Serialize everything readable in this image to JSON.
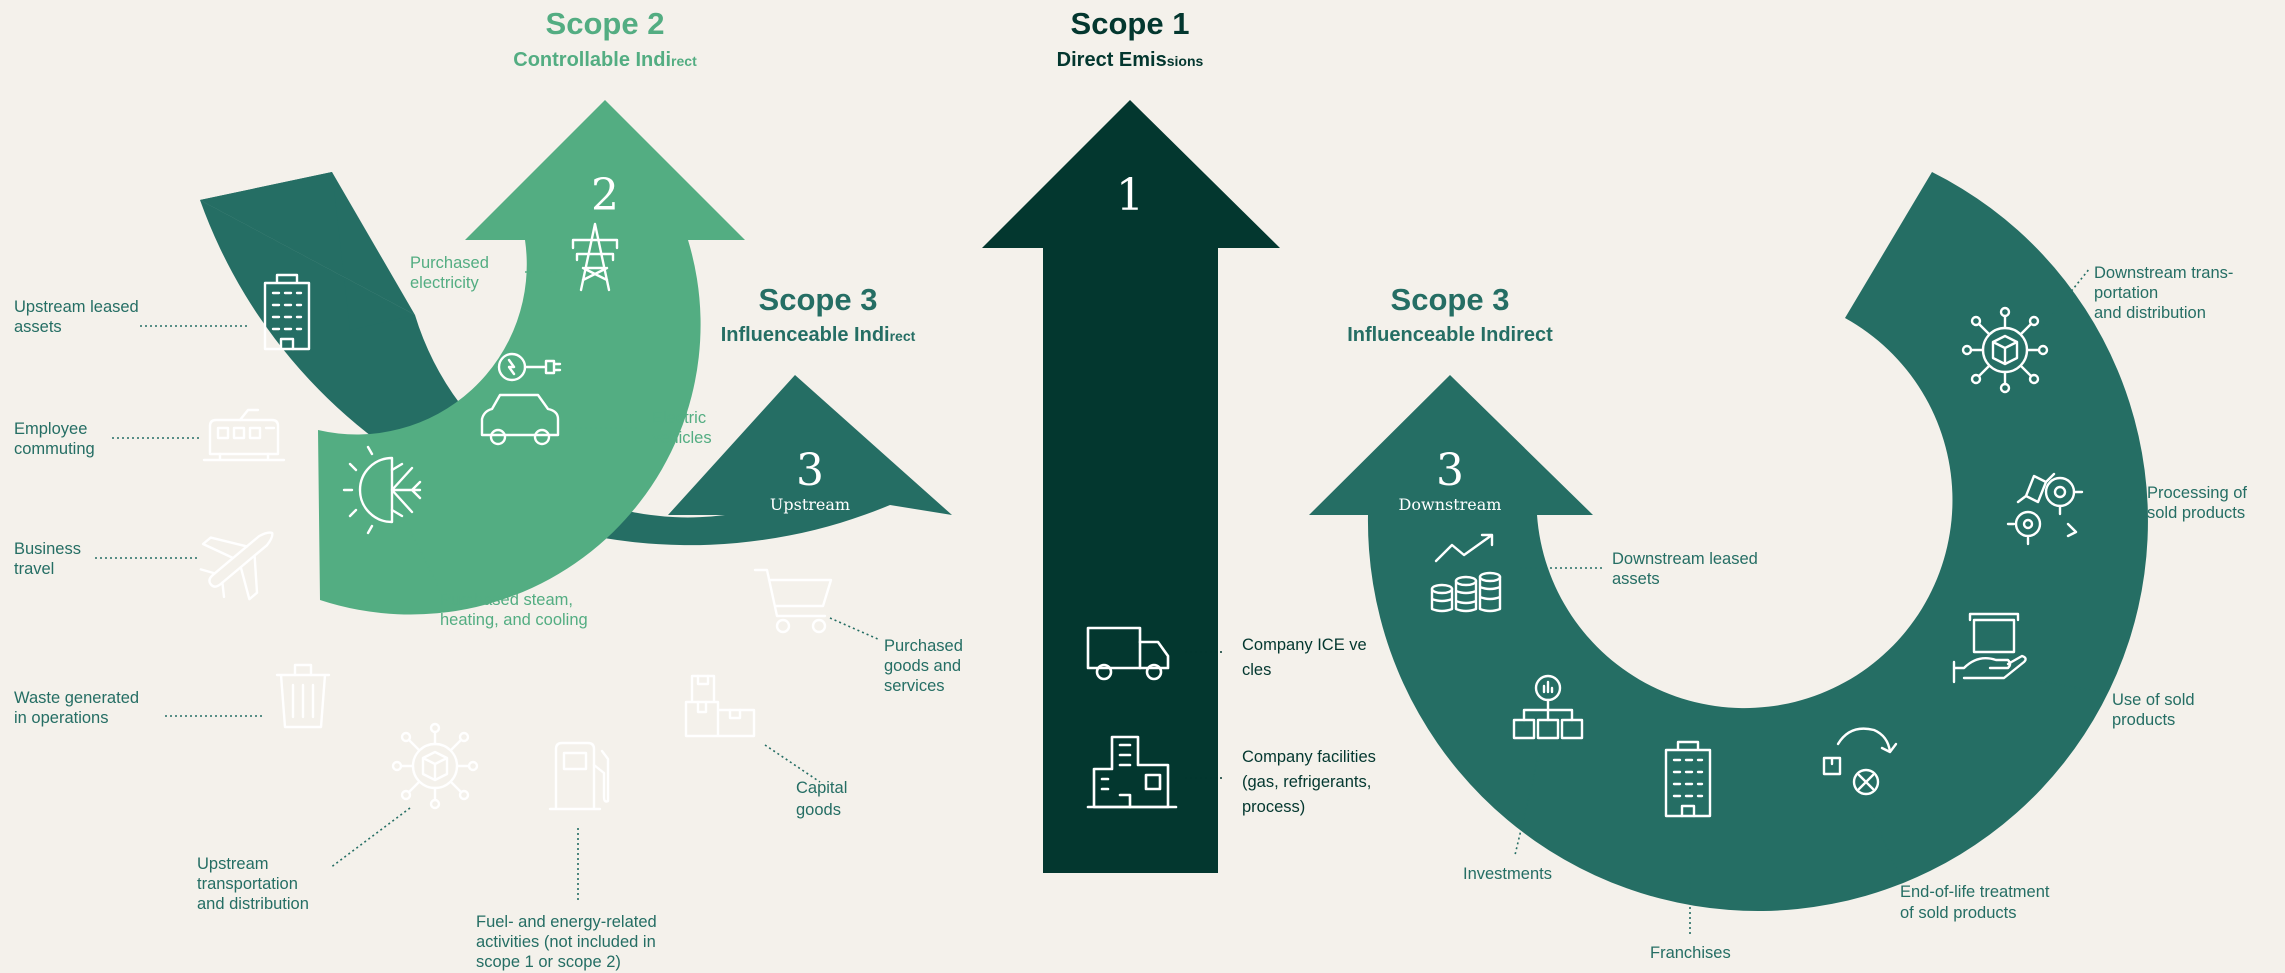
{
  "colors": {
    "background": "#f4f1eb",
    "scope1": "#03372f",
    "scope2": "#53ad82",
    "scope3": "#256e64",
    "scope2_text": "#53ad82",
    "scope3_text": "#256e64"
  },
  "scope2": {
    "title": "Scope 2",
    "subtitle_main": "Controllable Indi",
    "subtitle_small": "rect",
    "number": "2",
    "items": [
      {
        "line1": "Purchased",
        "line2": "electricity",
        "icon": "power-pylon-icon"
      },
      {
        "line1": "Electric",
        "line2": "vehicles",
        "icon": "electric-car-icon"
      },
      {
        "line1": "Purchased steam,",
        "line2": "heating, and cooling",
        "icon": "sun-snowflake-icon"
      }
    ]
  },
  "scope1": {
    "title": "Scope 1",
    "subtitle_main": "Direct Emis",
    "subtitle_small": "sions",
    "number": "1",
    "items": [
      {
        "line1": "Company ICE ve",
        "line2": "cles",
        "icon": "truck-icon"
      },
      {
        "line1": "Company facilities",
        "line2": "(gas, refrigerants,",
        "line3": "process)",
        "icon": "factory-icon"
      }
    ]
  },
  "scope3_upstream": {
    "title": "Scope 3",
    "subtitle_main": "Influenceable Indi",
    "subtitle_small": "rect",
    "number": "3",
    "tag": "Upstream",
    "items": [
      {
        "line1": "Upstream leased",
        "line2": "assets",
        "icon": "office-building-icon"
      },
      {
        "line1": "Employee",
        "line2": "commuting",
        "icon": "train-icon"
      },
      {
        "line1": "Business",
        "line2": "travel",
        "icon": "airplane-icon"
      },
      {
        "line1": "Waste generated",
        "line2": "in operations",
        "icon": "trash-bin-icon"
      },
      {
        "line1": "Upstream",
        "line2": "transportation",
        "line3": "and distribution",
        "icon": "network-hub-icon"
      },
      {
        "line1": "Fuel- and energy-related",
        "line2": "activities (not included in",
        "line3": "scope 1 or scope 2)",
        "icon": "fuel-pump-icon"
      },
      {
        "line1": "Capital",
        "line2": "goods",
        "icon": "boxes-icon"
      },
      {
        "line1": "Purchased",
        "line2": "goods and",
        "line3": "services",
        "icon": "shopping-cart-icon"
      }
    ]
  },
  "scope3_downstream": {
    "title": "Scope 3",
    "subtitle": "Influenceable Indirect",
    "number": "3",
    "tag": "Downstream",
    "items": [
      {
        "line1": "Downstream trans-",
        "line2": "portation",
        "line3": "and distribution",
        "icon": "network-hub-icon"
      },
      {
        "line1": "Processing of",
        "line2": "sold products",
        "icon": "gears-icon"
      },
      {
        "line1": "Use of sold",
        "line2": "products",
        "icon": "hand-box-icon"
      },
      {
        "line1": "End-of-life treatment",
        "line2": "of sold products",
        "icon": "recycle-icon"
      },
      {
        "line1": "Franchises",
        "icon": "office-building-icon"
      },
      {
        "line1": "Investments",
        "icon": "org-chart-icon"
      },
      {
        "line1": "Downstream leased",
        "line2": "assets",
        "icon": "coins-growth-icon"
      }
    ]
  }
}
